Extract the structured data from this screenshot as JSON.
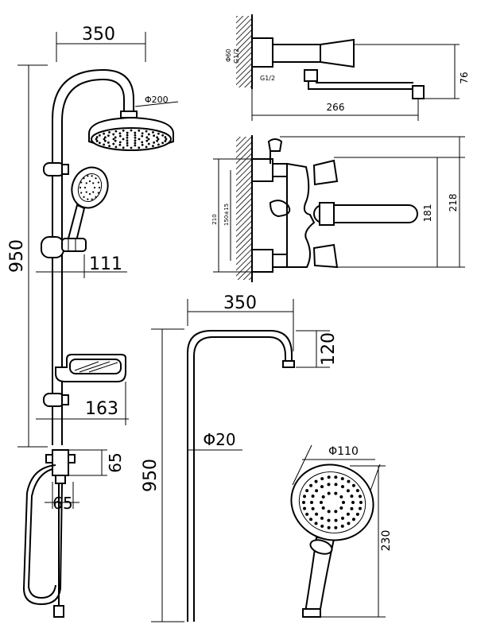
{
  "kit_dims": {
    "bar_reach": "350",
    "shower_head_dia": "Φ200",
    "total_height": "950",
    "holder_offset": "111",
    "soap_dish_offset": "163",
    "diverter_height": "65",
    "diverter_width": "65"
  },
  "mixer_side": {
    "inlet_dia": "Φ60",
    "inlet_thread": "G1/2",
    "outlet_thread": "G1/2",
    "outlet_height": "76",
    "spout_length": "266"
  },
  "mixer_front": {
    "body_width": "210",
    "center_distance": "150±15",
    "eccentric_height": "181",
    "overall_height": "218"
  },
  "riser": {
    "reach": "350",
    "hook_drop": "120",
    "tube_dia": "Φ20",
    "height": "950"
  },
  "hand_shower": {
    "head_dia": "Φ110",
    "length": "230"
  }
}
